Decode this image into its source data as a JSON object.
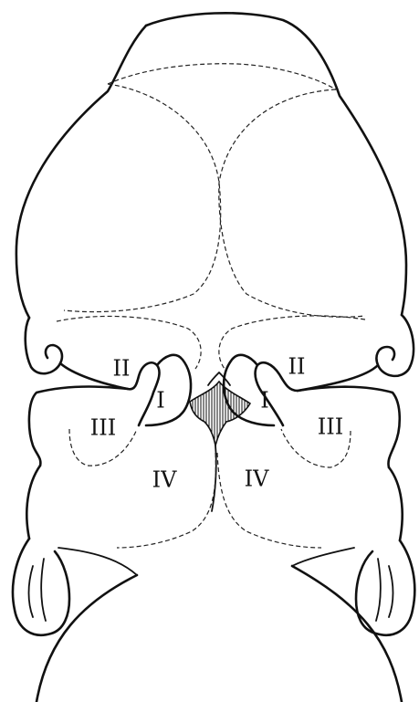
{
  "figure": {
    "labels": {
      "left_II": "II",
      "left_I": "I",
      "left_III": "III",
      "left_IV": "IV",
      "right_II": "II",
      "right_I": "I",
      "right_III": "III",
      "right_IV": "IV"
    }
  }
}
